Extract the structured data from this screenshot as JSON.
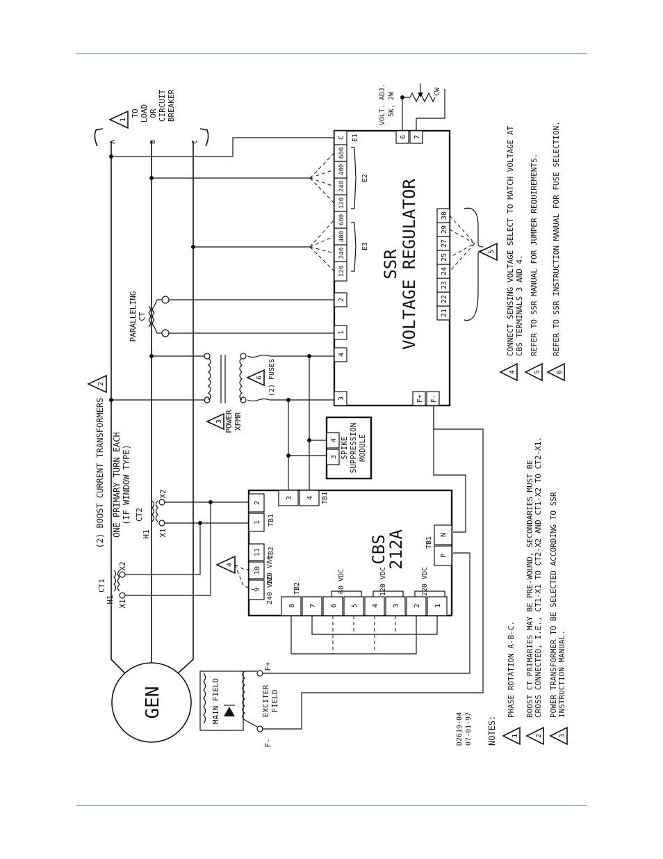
{
  "phases": [
    "A",
    "B",
    "C"
  ],
  "to_load": [
    "TO",
    "LOAD",
    "OR",
    "CIRCUIT",
    "BREAKER"
  ],
  "note_flags": [
    "1",
    "2",
    "3",
    "4",
    "5",
    "6"
  ],
  "gen": "GEN",
  "main_field": "MAIN FIELD",
  "exciter_field": [
    "EXCITER",
    "FIELD"
  ],
  "f_plus": "F+",
  "f_minus": "F-",
  "boost_ct": "(2) BOOST CURRENT TRANSFORMERS",
  "one_primary": [
    "ONE PRIMARY TURN EACH",
    "(IF WINDOW TYPE)"
  ],
  "ct1": "CT1",
  "ct2": "CT2",
  "h1": "H1",
  "x1": "X1",
  "x2": "X2",
  "power_xfmr": [
    "POWER",
    "XFMR"
  ],
  "fuses": "(2) FUSES",
  "paralleling_ct": [
    "PARALLELING",
    "CT"
  ],
  "spike": [
    "SPIKE",
    "SUPPRESSION",
    "MODULE"
  ],
  "spike_terms": [
    "3",
    "4"
  ],
  "cbs_name": [
    "CBS",
    "212A"
  ],
  "cbs_tb1_top": [
    "3",
    "4"
  ],
  "cbs_tb1_left": [
    "2",
    "1"
  ],
  "cbs_tb2_ac": [
    "11",
    "10",
    "9"
  ],
  "cbs_tb1_pn": [
    "P",
    "N"
  ],
  "cbs_tb2_bottom": [
    "8",
    "7",
    "6",
    "5",
    "4",
    "3",
    "2",
    "1"
  ],
  "tb1": "TB1",
  "tb2": "TB2",
  "vac": [
    "240 VAC",
    "120 VAC"
  ],
  "vdc": [
    "60 VDC",
    "120 VDC",
    "220 VDC"
  ],
  "ssr_name": [
    "SSR",
    "VOLTAGE REGULATOR"
  ],
  "ssr_left": [
    "3",
    "4",
    "1",
    "2"
  ],
  "ssr_e3": [
    "120",
    "240",
    "480",
    "600"
  ],
  "ssr_e2": [
    "120",
    "240",
    "480",
    "600"
  ],
  "ssr_c": "C",
  "e1": "E1",
  "e2": "E2",
  "e3": "E3",
  "ssr_right": [
    "6",
    "7"
  ],
  "ssr_f": [
    "F+",
    "F-"
  ],
  "ssr_bottom": [
    "21",
    "22",
    "23",
    "24",
    "25",
    "27",
    "29",
    "30"
  ],
  "volt_adj": [
    "VOLT. ADJ.",
    "5K, 2W"
  ],
  "cw": "CW",
  "drawing_no": [
    "D2619-04",
    "07-01-97"
  ],
  "notes_title": "NOTES:",
  "notes": [
    [
      "PHASE ROTATION A-B-C."
    ],
    [
      "BOOST CT PRIMARIES MAY BE PRE-WOUND, SECONDARIES MUST BE",
      "CROSS CONNECTED, I.E., CT1-X1 TO CT2-X2 AND CT1-X2 TO CT2-X1."
    ],
    [
      "POWER TRANSFORMER TO BE SELECTED ACCORDING TO SSR",
      "INSTRUCTION MANUAL."
    ],
    [
      "CONNECT SENSING VOLTAGE SELECT TO MATCH VOLTAGE AT",
      "CBS TERMINALS 3 AND 4."
    ],
    [
      "REFER TO SSR MANUAL FOR JUMPER REQUIREMENTS."
    ],
    [
      "REFER TO SSR INSTRUCTION MANUAL FOR FUSE SELECTION."
    ]
  ]
}
